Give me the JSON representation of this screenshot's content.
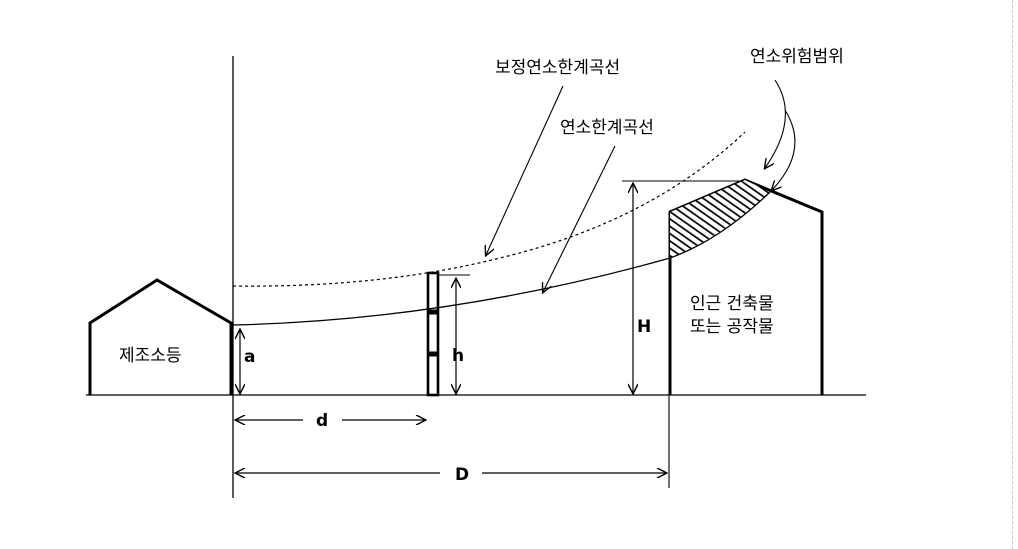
{
  "labels": {
    "corrected_curve": "보정연소한계곡선",
    "curve": "연소한계곡선",
    "danger_range": "연소위험범위",
    "source_building": "제조소등",
    "nearby_line1": "인근 건축물",
    "nearby_line2": "또는 공작물"
  },
  "symbols": {
    "a": "a",
    "h": "h",
    "H": "H",
    "d": "d",
    "D": "D"
  },
  "colors": {
    "line": "#000000",
    "background": "#ffffff"
  }
}
